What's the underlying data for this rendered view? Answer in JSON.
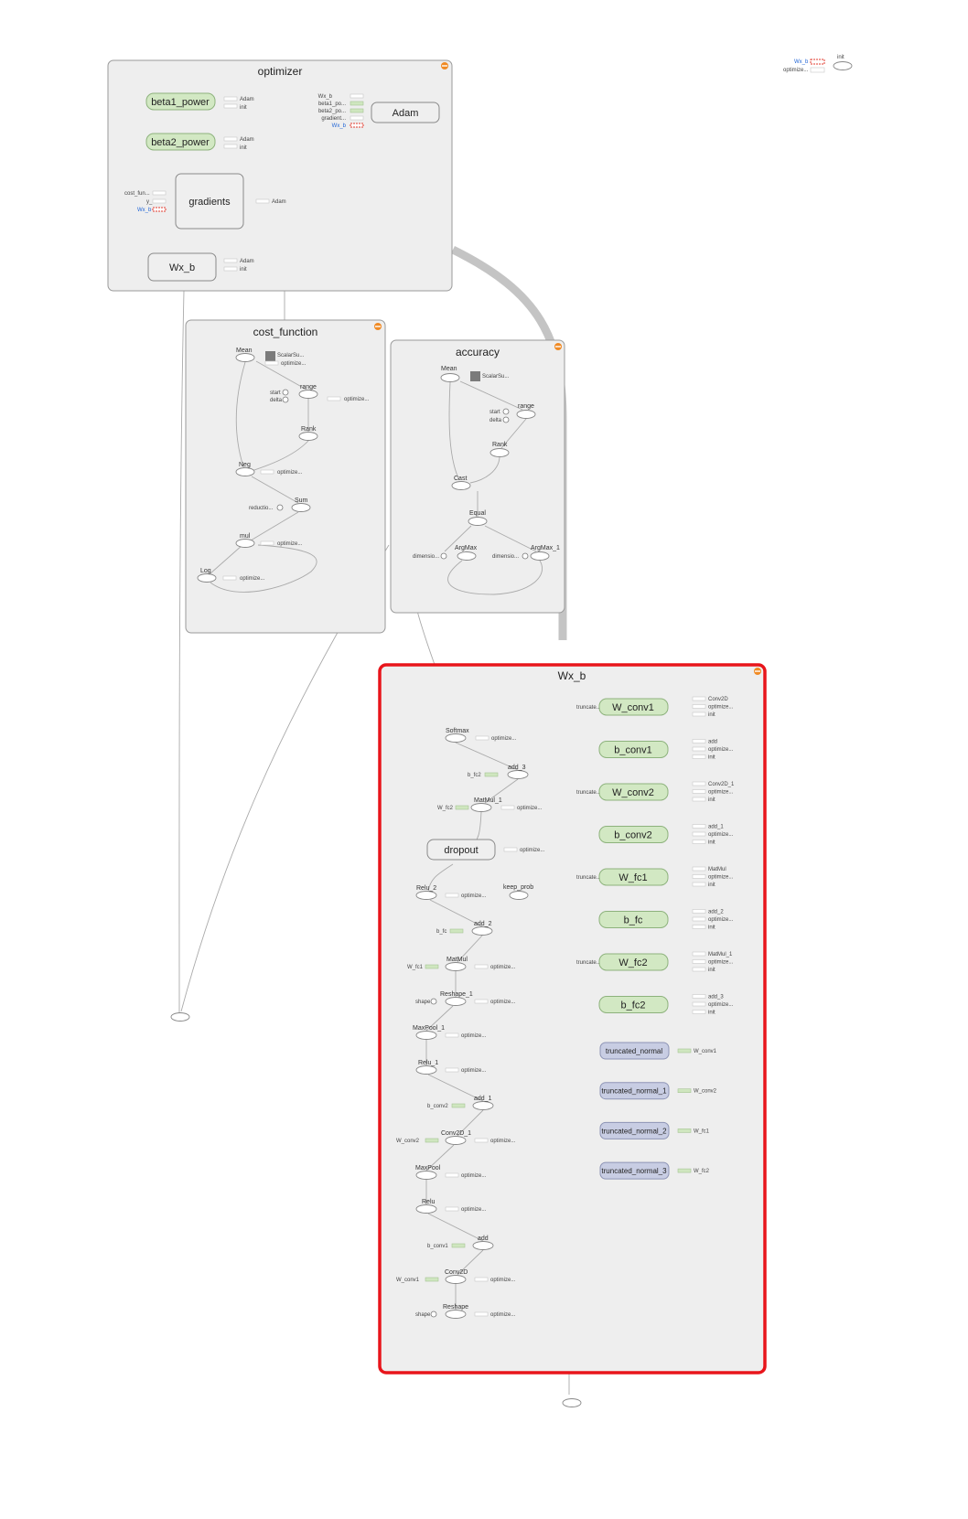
{
  "graph": {
    "groups": {
      "optimizer": "optimizer",
      "cost_function": "cost_function",
      "accuracy": "accuracy",
      "wxb": "Wx_b"
    },
    "init": {
      "label": "init",
      "wxb": "Wx_b",
      "opt": "optimize..."
    },
    "optimizer": {
      "beta1": "beta1_power",
      "beta2": "beta2_power",
      "gradients": "gradients",
      "wxb": "Wx_b",
      "adam": "Adam",
      "adam_inputs": [
        "Wx_b",
        "beta1_po...",
        "beta2_po...",
        "gradient...",
        "Wx_b"
      ],
      "grad_inputs": [
        "cost_fun...",
        "y_",
        "Wx_b"
      ],
      "out_adam": "Adam",
      "out_init": "init"
    },
    "cost": {
      "mean": "Mean",
      "scalar": "ScalarSu...",
      "optimize": "optimize...",
      "range": "range",
      "start": "start",
      "delta": "delta",
      "rank": "Rank",
      "neg": "Neg",
      "sum": "Sum",
      "reduction": "reductio...",
      "mul": "mul",
      "log": "Log"
    },
    "accuracy": {
      "mean": "Mean",
      "scalar": "ScalarSu...",
      "range": "range",
      "start": "start",
      "delta": "delta",
      "rank": "Rank",
      "cast": "Cast",
      "equal": "Equal",
      "argmax": "ArgMax",
      "argmax1": "ArgMax_1",
      "dimension": "dimensio..."
    },
    "wxb": {
      "softmax": "Softmax",
      "add3": "add_3",
      "bfc2_in": "b_fc2",
      "matmul1": "MatMul_1",
      "wfc2_in": "W_fc2",
      "dropout": "dropout",
      "relu2": "Relu_2",
      "keep_prob": "keep_prob",
      "add2": "add_2",
      "bfc_in": "b_fc",
      "matmul": "MatMul",
      "wfc1_in": "W_fc1",
      "reshape1": "Reshape_1",
      "shape": "shape",
      "maxpool1": "MaxPool_1",
      "relu1": "Relu_1",
      "add1": "add_1",
      "bconv2_in": "b_conv2",
      "conv2d1": "Conv2D_1",
      "wconv2_in": "W_conv2",
      "maxpool": "MaxPool",
      "relu": "Relu",
      "add": "add",
      "bconv1_in": "b_conv1",
      "conv2d": "Conv2D",
      "wconv1_in": "W_conv1",
      "reshape": "Reshape",
      "optimize": "optimize...",
      "truncate": "truncate...",
      "init": "init",
      "variables": [
        {
          "name": "W_conv1",
          "outs": [
            "Conv2D",
            "optimize...",
            "init"
          ],
          "trunc": true
        },
        {
          "name": "b_conv1",
          "outs": [
            "add",
            "optimize...",
            "init"
          ],
          "trunc": false
        },
        {
          "name": "W_conv2",
          "outs": [
            "Conv2D_1",
            "optimize...",
            "init"
          ],
          "trunc": true
        },
        {
          "name": "b_conv2",
          "outs": [
            "add_1",
            "optimize...",
            "init"
          ],
          "trunc": false
        },
        {
          "name": "W_fc1",
          "outs": [
            "MatMul",
            "optimize...",
            "init"
          ],
          "trunc": true
        },
        {
          "name": "b_fc",
          "outs": [
            "add_2",
            "optimize...",
            "init"
          ],
          "trunc": false
        },
        {
          "name": "W_fc2",
          "outs": [
            "MatMul_1",
            "optimize...",
            "init"
          ],
          "trunc": true
        },
        {
          "name": "b_fc2",
          "outs": [
            "add_3",
            "optimize...",
            "init"
          ],
          "trunc": false
        }
      ],
      "truncated": [
        {
          "name": "truncated_normal",
          "out": "W_conv1"
        },
        {
          "name": "truncated_normal_1",
          "out": "W_conv2"
        },
        {
          "name": "truncated_normal_2",
          "out": "W_fc1"
        },
        {
          "name": "truncated_normal_3",
          "out": "W_fc2"
        }
      ]
    },
    "colors": {
      "selected": "#e8151b",
      "variable": "#d2e8c3",
      "op": "#c8cde3",
      "minus": "#f08a24"
    }
  }
}
